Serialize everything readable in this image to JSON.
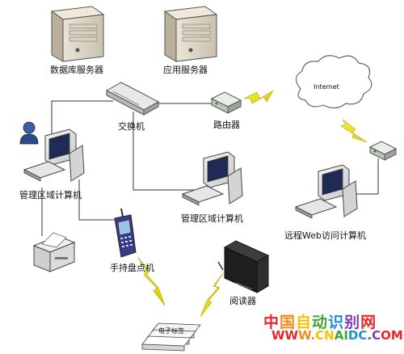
{
  "labels": {
    "db_server": "数据库服务器",
    "app_server": "应用服务器",
    "switch": "交换机",
    "router": "路由器",
    "internet": "Internet",
    "mgmt_pc_left": "管理区域计算机",
    "mgmt_pc_center": "管理区域计算机",
    "remote_pc": "远程Web访问计算机",
    "handheld": "手持盘点机",
    "reader": "阅读器",
    "tag": "电子标签"
  },
  "watermark": {
    "site_cn": "中国自动识别网",
    "url": "WWW.CNAIDC.COM",
    "colors": [
      "#e8262d",
      "#f08a1d",
      "#f2c300",
      "#3fa535",
      "#1e8fd6",
      "#7b3fb0",
      "#e8262d"
    ]
  },
  "icons": {
    "servers": "server-icon",
    "switch": "switch-icon",
    "router": "router-icon",
    "cloud": "cloud-icon",
    "computers": "computer-icon",
    "user": "user-icon",
    "printer": "printer-icon",
    "handheld": "handheld-icon",
    "reader": "reader-icon",
    "tag": "rfid-tag-icon",
    "wireless": "lightning-icon"
  }
}
